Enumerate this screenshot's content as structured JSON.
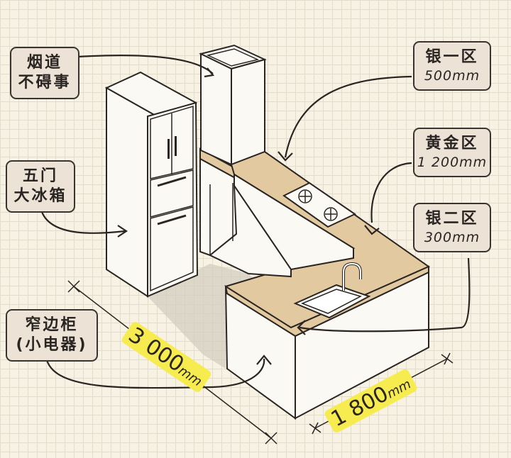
{
  "labels": {
    "flue": [
      "烟道",
      "不碍事"
    ],
    "fridge": [
      "五门",
      "大冰箱"
    ],
    "cabinet": [
      "窄边柜",
      "(小电器)"
    ],
    "silver1": {
      "name": "银一区",
      "size": "500mm"
    },
    "gold": {
      "name": "黄金区",
      "size": "1 200mm"
    },
    "silver2": {
      "name": "银二区",
      "size": "300mm"
    }
  },
  "dimensions": {
    "long": {
      "value": "3 000",
      "unit": "mm"
    },
    "short": {
      "value": "1 800",
      "unit": "mm"
    }
  },
  "colors": {
    "grid_bg": "#f7f2e3",
    "label_bg": "#ece3d6",
    "countertop": "#e3c9a0",
    "highlight": "#f6ec4f"
  }
}
